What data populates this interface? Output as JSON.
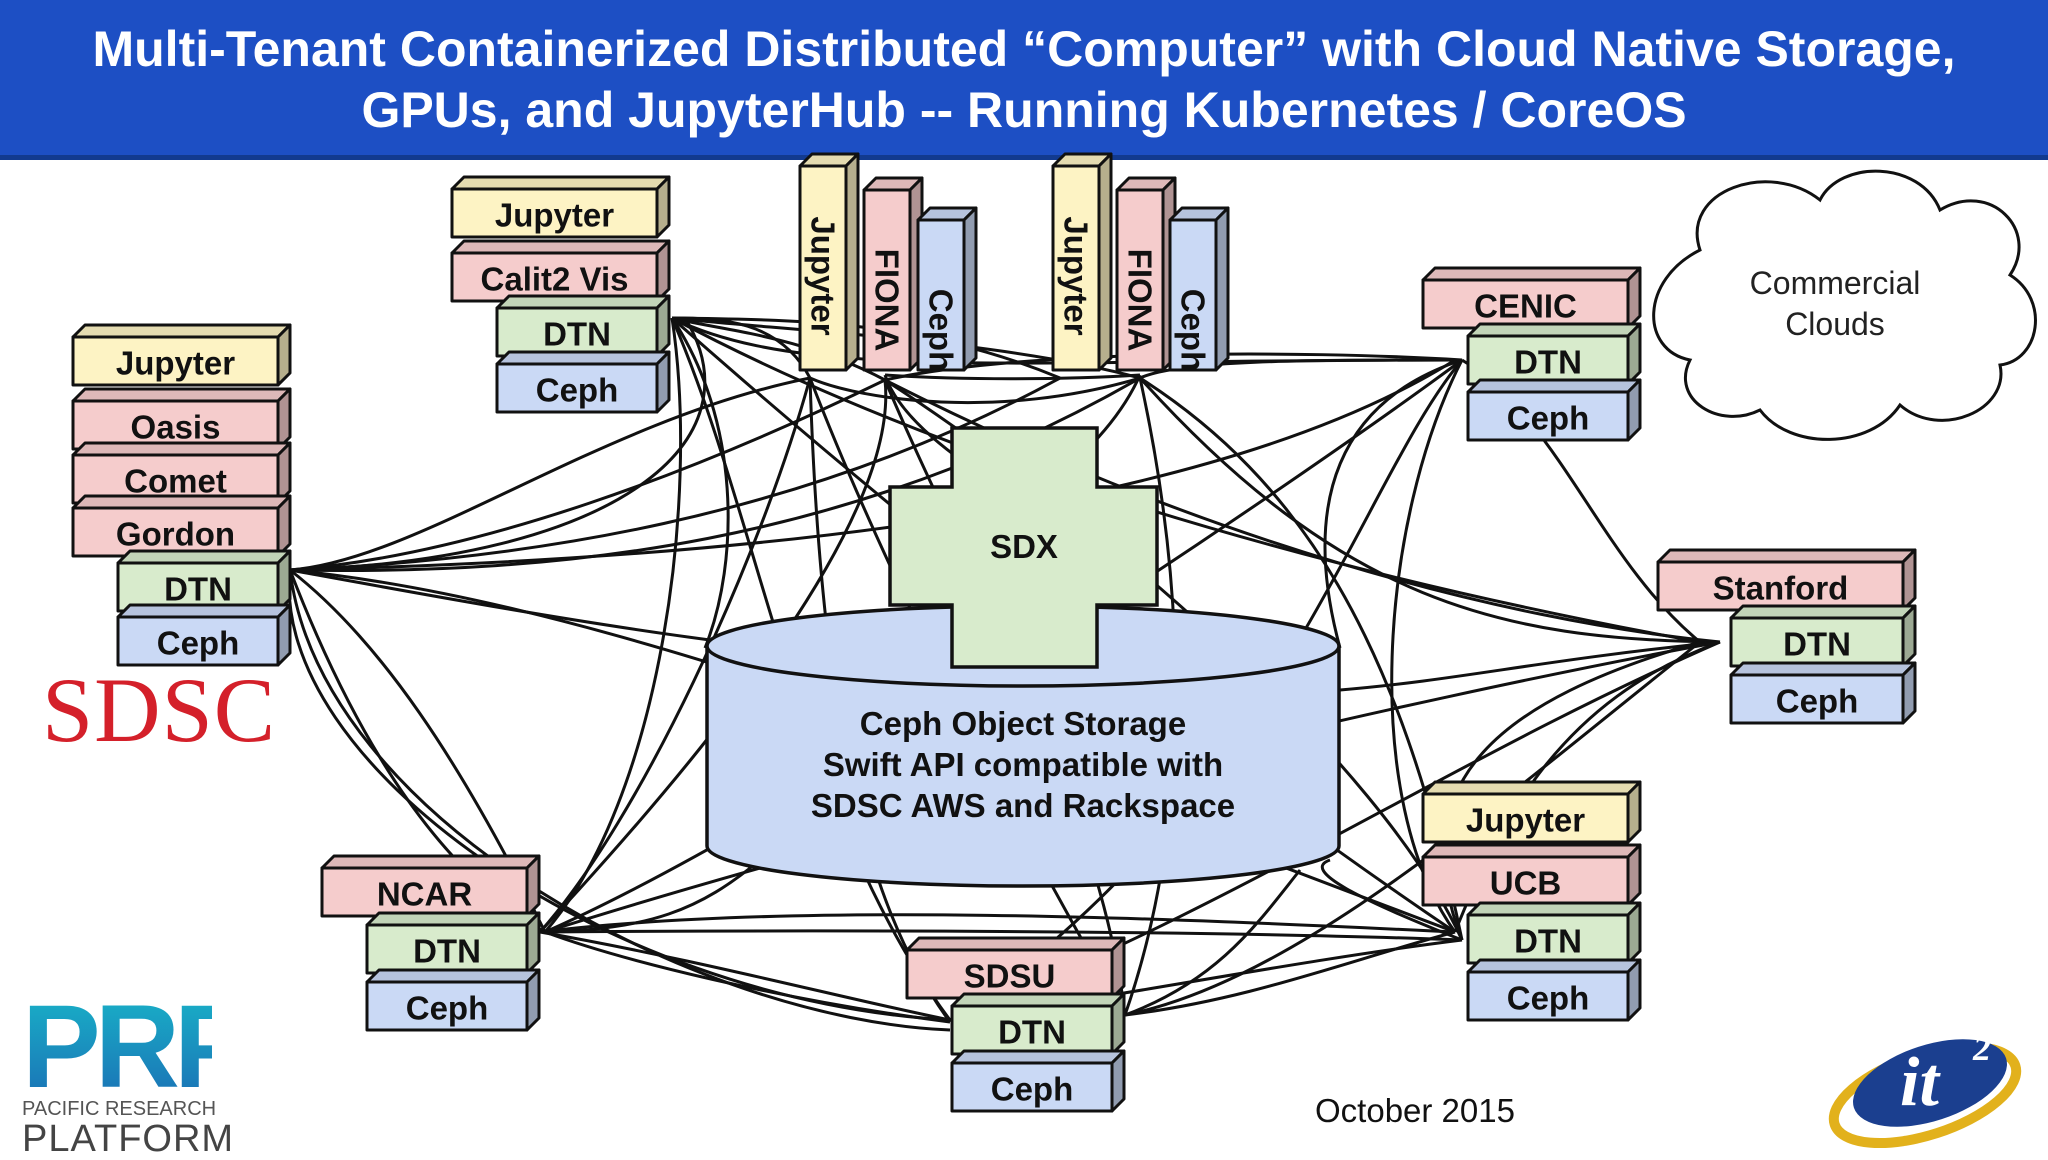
{
  "title": {
    "line1": "Multi-Tenant Containerized Distributed “Computer” with Cloud Native Storage,",
    "line2": "GPUs, and JupyterHub -- Running Kubernetes / CoreOS"
  },
  "colors": {
    "banner": "#1d4fc4",
    "jupyter": "#fdf3c4",
    "site": "#f5cccc",
    "dtn": "#d8ebcc",
    "ceph": "#cad9f5",
    "storage": "#cad9f5",
    "sdx": "#d8ebcc",
    "sdsc_logo": "#d4202a"
  },
  "nodes": {
    "sdsc_jupyter": "Jupyter",
    "sdsc_oasis": "Oasis",
    "sdsc_comet": "Comet",
    "sdsc_gordon": "Gordon",
    "sdsc_dtn": "DTN",
    "sdsc_ceph": "Ceph",
    "calit2_jupyter": "Jupyter",
    "calit2_vis": "Calit2 Vis",
    "calit2_dtn": "DTN",
    "calit2_ceph": "Ceph",
    "f1_jupyter": "Jupyter",
    "f1_fiona": "FIONA",
    "f1_ceph": "Ceph",
    "f2_jupyter": "Jupyter",
    "f2_fiona": "FIONA",
    "f2_ceph": "Ceph",
    "cenic": "CENIC",
    "cenic_dtn": "DTN",
    "cenic_ceph": "Ceph",
    "stanford": "Stanford",
    "stanford_dtn": "DTN",
    "stanford_ceph": "Ceph",
    "ucb_jupyter": "Jupyter",
    "ucb": "UCB",
    "ucb_dtn": "DTN",
    "ucb_ceph": "Ceph",
    "sdsu": "SDSU",
    "sdsu_dtn": "DTN",
    "sdsu_ceph": "Ceph",
    "ncar": "NCAR",
    "ncar_dtn": "DTN",
    "ncar_ceph": "Ceph"
  },
  "sdx": "SDX",
  "storage": {
    "line1": "Ceph Object Storage",
    "line2": "Swift API compatible with",
    "line3": "SDSC AWS and Rackspace"
  },
  "cloud": {
    "line1": "Commercial",
    "line2": "Clouds"
  },
  "logos": {
    "sdsc": "SDSC",
    "prp_big": "PRP",
    "prp_line1": "PACIFIC RESEARCH",
    "prp_line2": "PLATFORM",
    "it2": "it",
    "it2_sup": "2"
  },
  "date": "October 2015"
}
